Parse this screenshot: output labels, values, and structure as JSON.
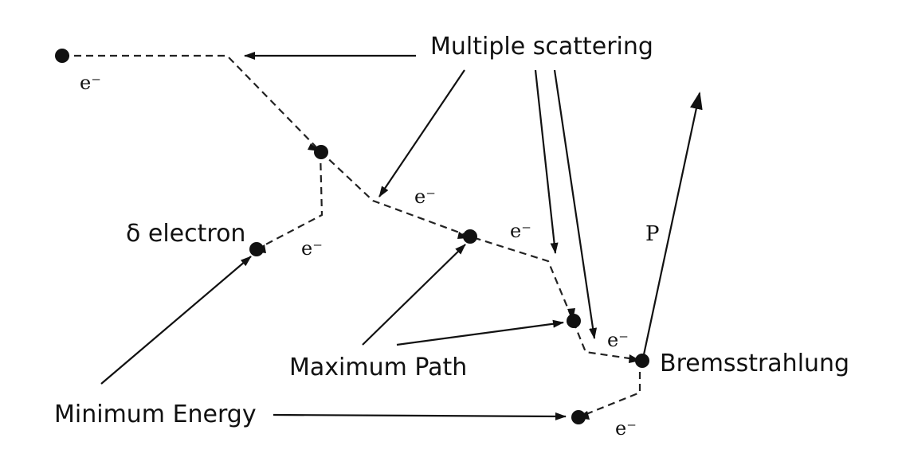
{
  "labels": {
    "multiple_scattering": "Multiple scattering",
    "delta_electron": "δ electron",
    "maximum_path": "Maximum Path",
    "minimum_energy": "Minimum Energy",
    "bremsstrahlung": "Bremsstrahlung",
    "photon": "P"
  },
  "electron_label": "e⁻"
}
